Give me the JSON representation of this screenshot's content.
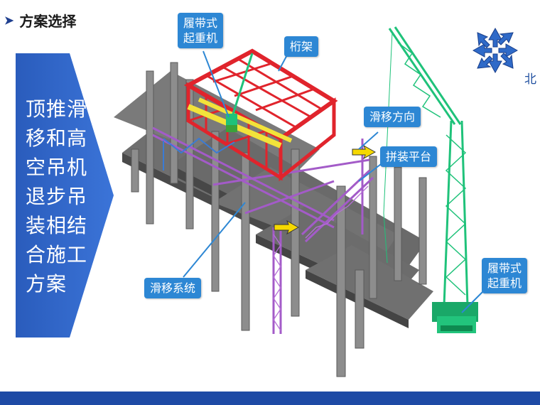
{
  "title": "方案选择",
  "banner": {
    "text": "顶推滑移和高空吊机退步吊装相结合施工方案"
  },
  "labels": {
    "crawler_crane_top": "履带式\n起重机",
    "truss": "桁架",
    "slide_direction": "滑移方向",
    "assembly_platform": "拼装平台",
    "slide_system": "滑移系统",
    "crawler_crane_right": "履带式\n起重机"
  },
  "compass": {
    "north": "北"
  },
  "colors": {
    "banner": "#2e63c6",
    "truss_red": "#e0242c",
    "slide_purple": "#a35bc8",
    "crane_green": "#1fc27a",
    "label_blue": "#2d87d4",
    "footer": "#1e4aa5"
  }
}
